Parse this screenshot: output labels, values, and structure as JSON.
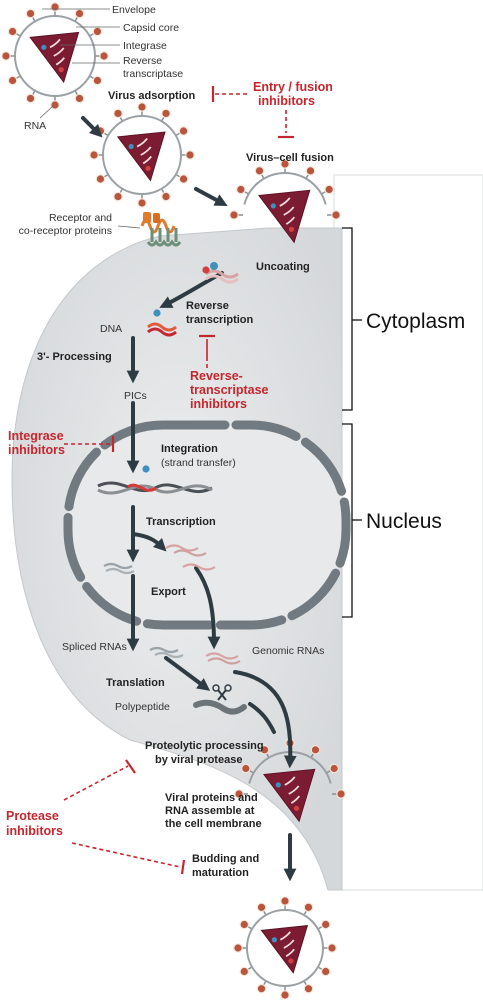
{
  "virus_labels": {
    "envelope": "Envelope",
    "capsid_core": "Capsid core",
    "integrase": "Integrase",
    "reverse_transcriptase_1": "Reverse",
    "reverse_transcriptase_2": "transcriptase",
    "rna": "RNA"
  },
  "steps": {
    "virus_adsorption": "Virus adsorption",
    "virus_cell_fusion": "Virus–cell fusion",
    "receptor_1": "Receptor and",
    "receptor_2": "co-receptor proteins",
    "uncoating": "Uncoating",
    "reverse_transcription_1": "Reverse",
    "reverse_transcription_2": "transcription",
    "dna": "DNA",
    "processing_3": "3'- Processing",
    "pics": "PICs",
    "integration": "Integration",
    "strand_transfer": "(strand transfer)",
    "transcription": "Transcription",
    "export": "Export",
    "spliced_rnas": "Spliced RNAs",
    "genomic_rnas": "Genomic RNAs",
    "translation": "Translation",
    "polypeptide": "Polypeptide",
    "proteolytic_1": "Proteolytic processing",
    "proteolytic_2": "by viral protease",
    "assemble_1": "Viral proteins and",
    "assemble_2": "RNA assemble at",
    "assemble_3": "the cell membrane",
    "budding_1": "Budding and",
    "budding_2": "maturation"
  },
  "inhibitors": {
    "entry_1": "Entry / fusion",
    "entry_2": "inhibitors",
    "rt_1": "Reverse-",
    "rt_2": "transcriptase",
    "rt_3": "inhibitors",
    "integrase_1": "Integrase",
    "integrase_2": "inhibitors",
    "protease_1": "Protease",
    "protease_2": "inhibitors"
  },
  "regions": {
    "cytoplasm": "Cytoplasm",
    "nucleus": "Nucleus"
  },
  "colors": {
    "inhibitor_red": "#c4272e",
    "arrow_dark": "#2f3b43",
    "cell_fill": "#e3e5e6",
    "capsid": "#7b1c33",
    "envelope_protein": "#b8553c"
  }
}
